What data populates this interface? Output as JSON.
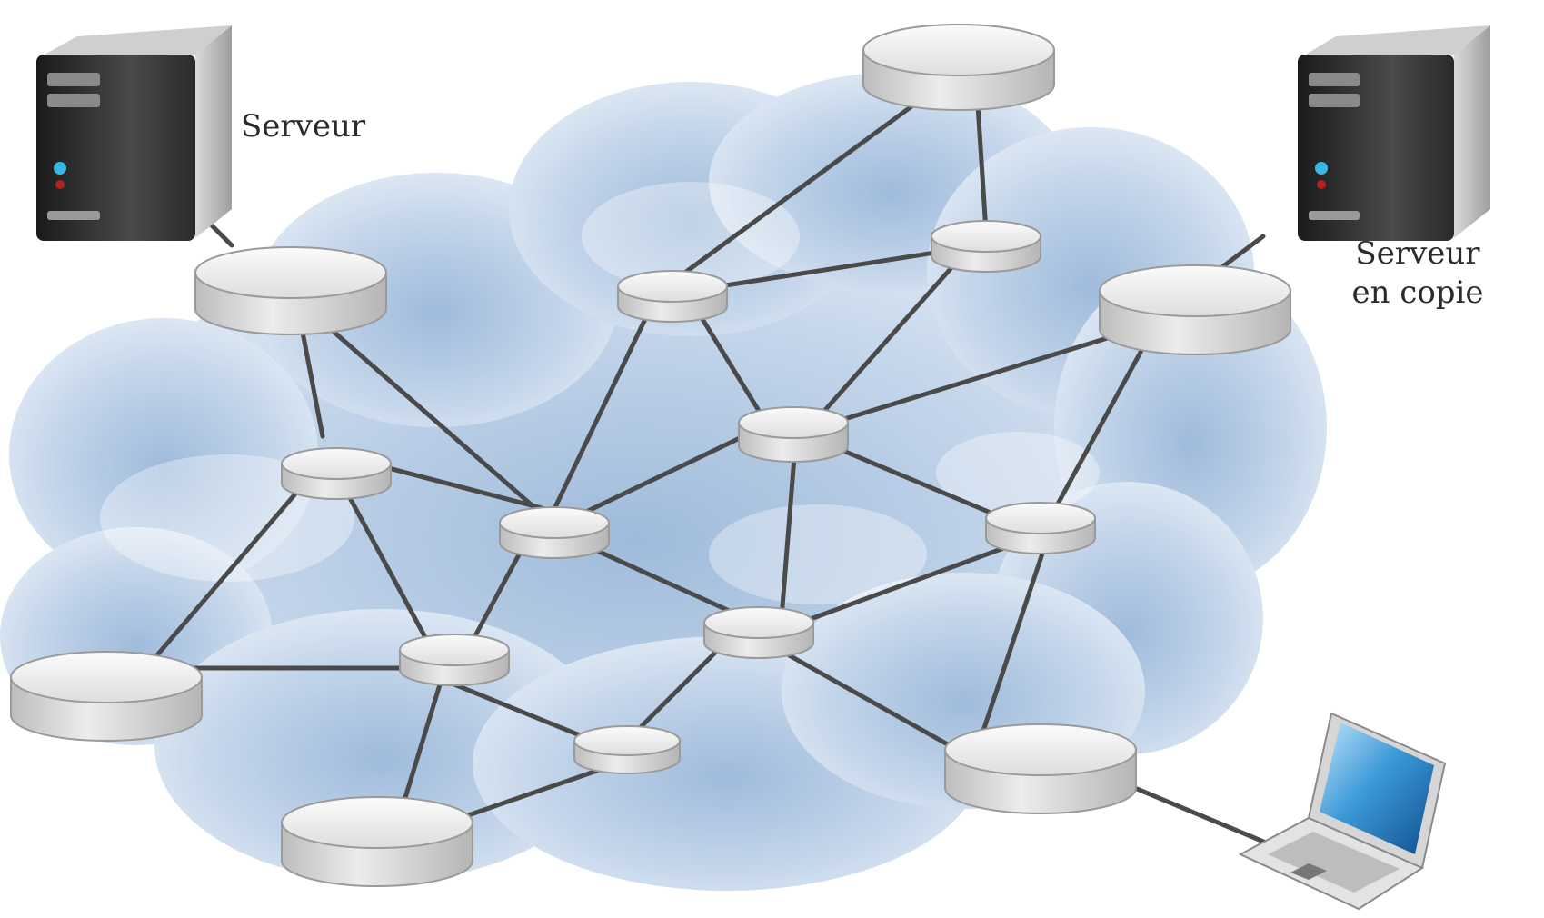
{
  "labels": {
    "server": "Serveur",
    "server_copy_line1": "Serveur",
    "server_copy_line2": "en copie"
  },
  "colors": {
    "cloud_light": "#eef3f9",
    "cloud_mid": "#c9d8ea",
    "cloud_dark": "#9fbbdb",
    "link": "#4a4a4a",
    "router_top": "#f2f2f2",
    "router_side": "#cfcfcf",
    "server_body": "#2a2a2a",
    "laptop_screen": "#3a8fd0"
  },
  "icons": [
    "server-icon",
    "server-copy-icon",
    "laptop-icon",
    "router-icon",
    "cloud-icon"
  ]
}
